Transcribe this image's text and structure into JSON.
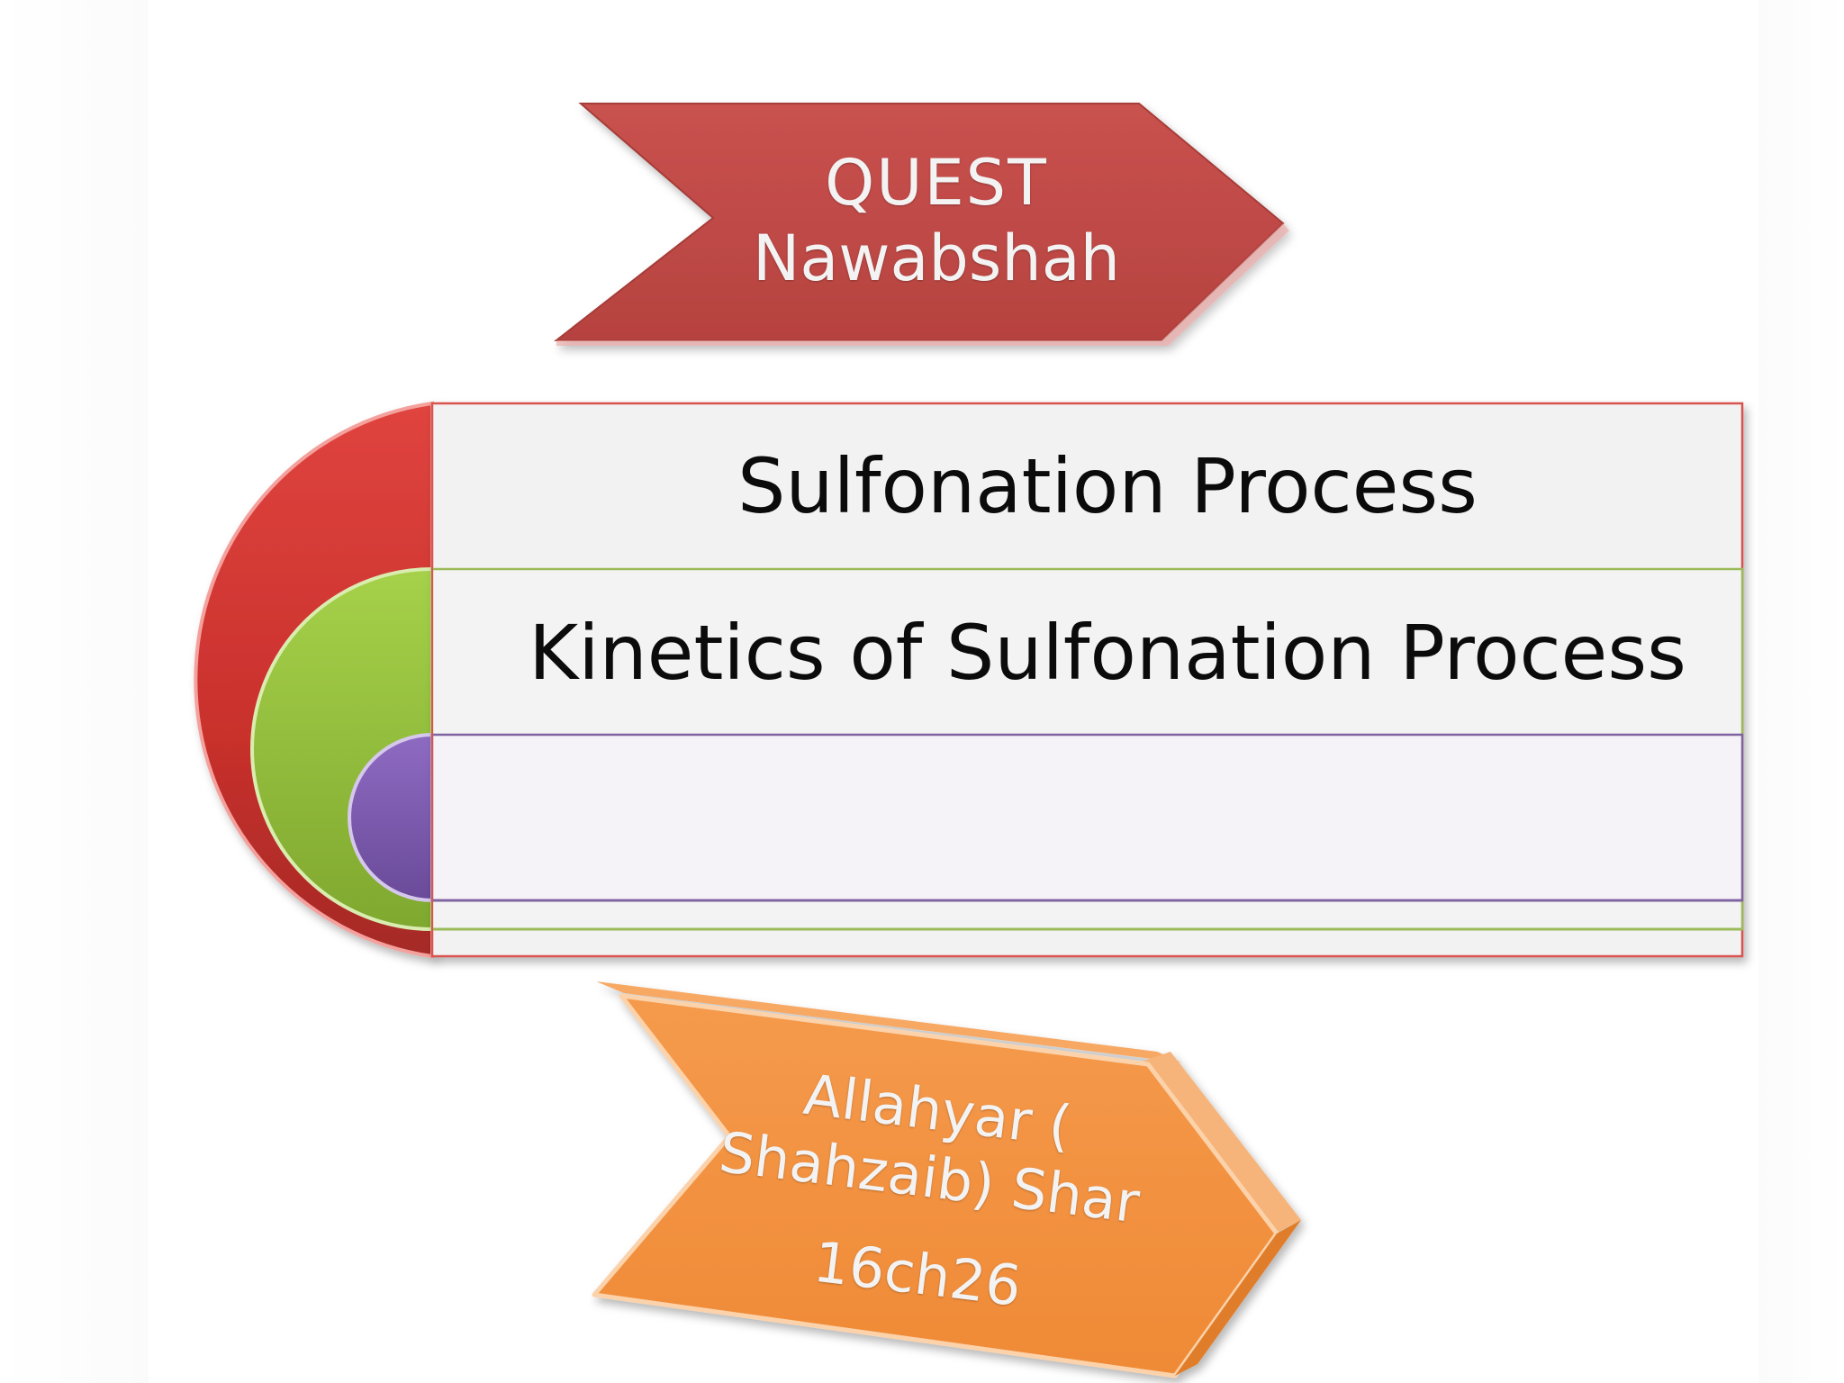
{
  "top_arrow": {
    "line1": "QUEST",
    "line2": "Nawabshah",
    "fill": "#c0504d",
    "shadow": "#8e3a38"
  },
  "levels": [
    {
      "label": "Sulfonation Process",
      "color": "#d33d3a",
      "border": "#c0504d"
    },
    {
      "label": "Kinetics of Sulfonation Process",
      "color": "#9bc63e",
      "border": "#9bbb59"
    },
    {
      "label": "",
      "color": "#7f5fb0",
      "border": "#8064a2"
    }
  ],
  "bottom_arrow": {
    "line1": "Allahyar (",
    "line2": "Shahzaib) Shar",
    "line3": "16ch26",
    "fill": "#f79646",
    "edge": "#fbd2aa"
  }
}
